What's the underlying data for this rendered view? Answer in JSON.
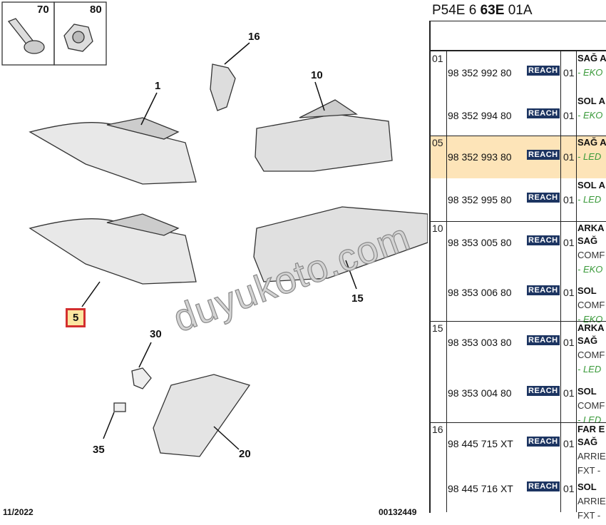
{
  "diagram": {
    "callouts": {
      "c70": "70",
      "c80": "80",
      "c16": "16",
      "c1": "1",
      "c10": "10",
      "c5": "5",
      "c15": "15",
      "c30": "30",
      "c35": "35",
      "c20": "20"
    },
    "date": "11/2022",
    "figure_no": "00132449",
    "watermark": "duyukoto.com",
    "highlight_color": "#d32f2f"
  },
  "table": {
    "title_prefix": "P54E 6 ",
    "title_bold": "63E",
    "title_suffix": " 01A",
    "highlight_color": "#fde4b8",
    "reach": "REACH",
    "rows": [
      {
        "ref": "01",
        "parts": [
          {
            "pn": "98 352 992 80",
            "qty": "01",
            "desc": [
              "SAĞ A",
              "- EKO"
            ]
          },
          {
            "pn": "98 352 994 80",
            "qty": "01",
            "desc": [
              "SOL A",
              "- EKO"
            ]
          }
        ]
      },
      {
        "ref": "05",
        "parts": [
          {
            "pn": "98 352 993 80",
            "qty": "01",
            "desc": [
              "SAĞ A",
              "- LED"
            ]
          },
          {
            "pn": "98 352 995 80",
            "qty": "01",
            "desc": [
              "SOL A",
              "- LED"
            ]
          }
        ]
      },
      {
        "ref": "10",
        "header": "ARKA",
        "parts": [
          {
            "pn": "98 353 005 80",
            "qty": "01",
            "desc": [
              "SAĞ",
              "COMF",
              "- EKO"
            ]
          },
          {
            "pn": "98 353 006 80",
            "qty": "01",
            "desc": [
              "SOL",
              "COMF",
              "- EKO"
            ]
          }
        ]
      },
      {
        "ref": "15",
        "header": "ARKA",
        "parts": [
          {
            "pn": "98 353 003 80",
            "qty": "01",
            "desc": [
              "SAĞ",
              "COMF",
              "- LED"
            ]
          },
          {
            "pn": "98 353 004 80",
            "qty": "01",
            "desc": [
              "SOL",
              "COMF",
              "- LED"
            ]
          }
        ]
      },
      {
        "ref": "16",
        "header": "FAR E",
        "parts": [
          {
            "pn": "98 445 715 XT",
            "qty": "01",
            "desc": [
              "SAĞ",
              "ARRIE",
              "FXT -"
            ]
          },
          {
            "pn": "98 445 716 XT",
            "qty": "01",
            "desc": [
              "SOL",
              "ARRIE",
              "FXT -"
            ]
          }
        ]
      }
    ]
  }
}
